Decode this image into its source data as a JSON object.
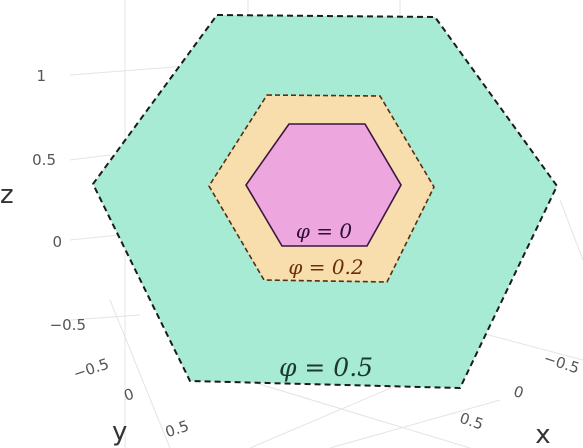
{
  "axes": {
    "x": {
      "title": "x",
      "ticks": [
        "0.5",
        "0",
        "−0.5"
      ]
    },
    "y": {
      "title": "y",
      "ticks": [
        "0.5",
        "0",
        "−0.5"
      ]
    },
    "z": {
      "title": "z",
      "ticks": [
        "1",
        "0.5",
        "0",
        "−0.5"
      ]
    }
  },
  "regions": [
    {
      "label": "φ = 0.5",
      "fill": "#a8ebd4",
      "stroke": "#1b1b1b",
      "dashed": true,
      "label_color": "#1b3a2c"
    },
    {
      "label": "φ = 0.2",
      "fill": "#f7deac",
      "stroke": "#5a2c12",
      "dashed": true,
      "label_color": "#6b2e0c"
    },
    {
      "label": "φ = 0",
      "fill": "#eea6de",
      "stroke": "#3b1640",
      "dashed": false,
      "label_color": "#2b0f35"
    }
  ]
}
